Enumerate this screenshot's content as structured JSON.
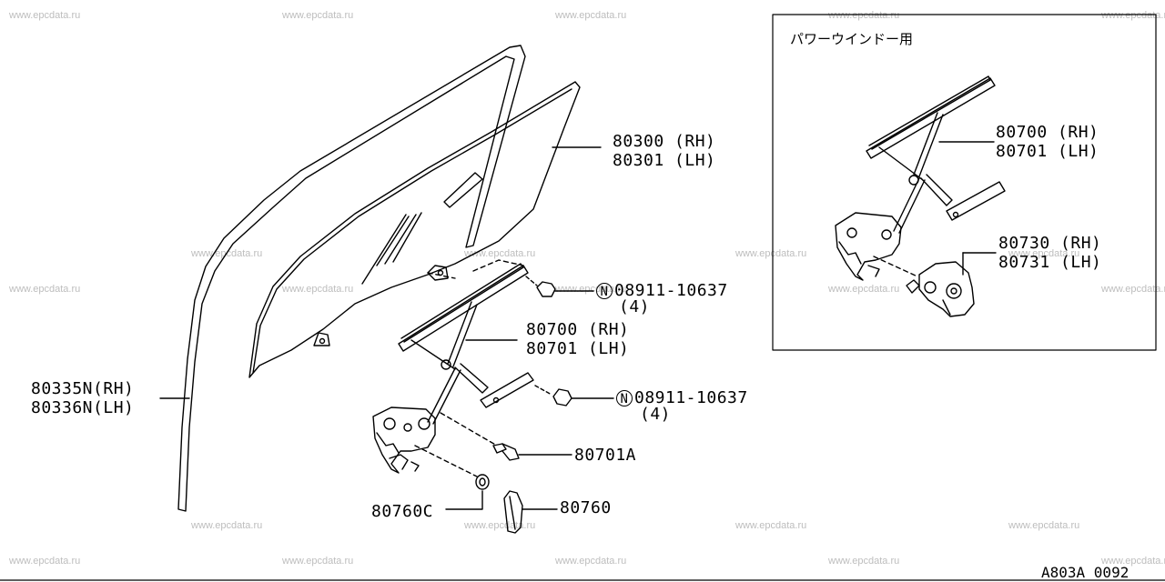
{
  "watermark": "www.epcdata.ru",
  "inset": {
    "title": "パワーウインドー用"
  },
  "labels": {
    "glass_rh": "80300 (RH)",
    "glass_lh": "80301 (LH)",
    "regulator_rh": "80700 (RH)",
    "regulator_lh": "80701 (LH)",
    "nut_top_code": "08911-10637",
    "nut_top_qty": "(4)",
    "nut_bottom_code": "08911-10637",
    "nut_bottom_qty": "(4)",
    "nut_symbol": "N",
    "bolt": "80701A",
    "run_rh": "80335N(RH)",
    "run_lh": "80336N(LH)",
    "washer": "80760C",
    "handle": "80760",
    "inset_regulator_rh": "80700 (RH)",
    "inset_regulator_lh": "80701 (LH)",
    "motor_rh": "80730 (RH)",
    "motor_lh": "80731 (LH)"
  },
  "doc_id": "A803A 0092"
}
